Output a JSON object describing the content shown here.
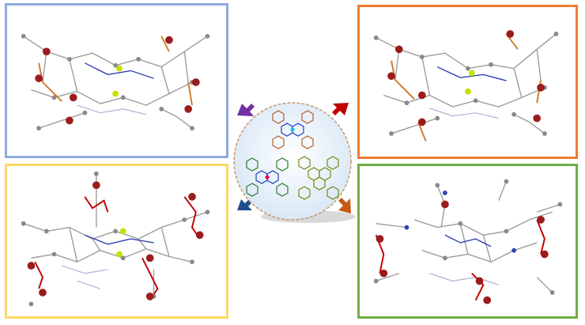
{
  "colors": {
    "border_top_left": "#8faadc",
    "border_top_right": "#ed7d31",
    "border_bottom_left": "#ffd966",
    "border_bottom_right": "#70ad47",
    "arrow_top_left": "#7030a0",
    "arrow_top_right": "#c00000",
    "arrow_bottom_left": "#1f4e8c",
    "arrow_bottom_right": "#c55a11",
    "metal_atom": "#9b1c1c",
    "carbon_atom": "#8a8a8a",
    "nitrogen_atom": "#2f3fb3",
    "phosphorus_bond": "#d07a2a",
    "oxygen_bond": "#c00000",
    "halide_atom": "#c8e000",
    "circle_fill": "#d6e6f5",
    "circle_border": "#c8996a"
  },
  "panels": [
    {
      "position": "top-left",
      "content": "molecular-structure-image"
    },
    {
      "position": "top-right",
      "content": "molecular-structure-image"
    },
    {
      "position": "bottom-left",
      "content": "molecular-structure-image"
    },
    {
      "position": "bottom-right",
      "content": "molecular-structure-image"
    }
  ],
  "center": {
    "content": "ligand-structures-image"
  }
}
